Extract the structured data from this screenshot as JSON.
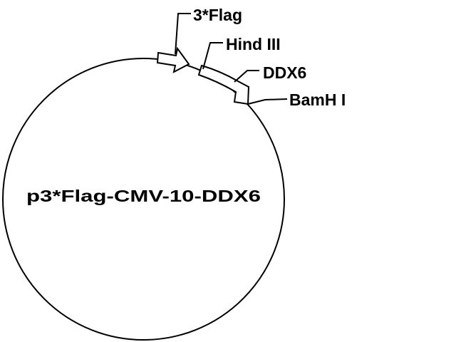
{
  "diagram": {
    "type": "plasmid-map",
    "plasmid_name": "p3*Flag-CMV-10-DDX6",
    "features": [
      {
        "id": "flag",
        "label": "3*Flag",
        "kind": "arrow-feature"
      },
      {
        "id": "ddx6",
        "label": "DDX6",
        "kind": "arrow-feature"
      }
    ],
    "sites": [
      {
        "id": "hind3",
        "label": "Hind III",
        "kind": "restriction-site"
      },
      {
        "id": "bamh1",
        "label": "BamH I",
        "kind": "restriction-site"
      }
    ],
    "colors": {
      "background": "#ffffff",
      "stroke": "#000000",
      "text": "#000000"
    }
  }
}
